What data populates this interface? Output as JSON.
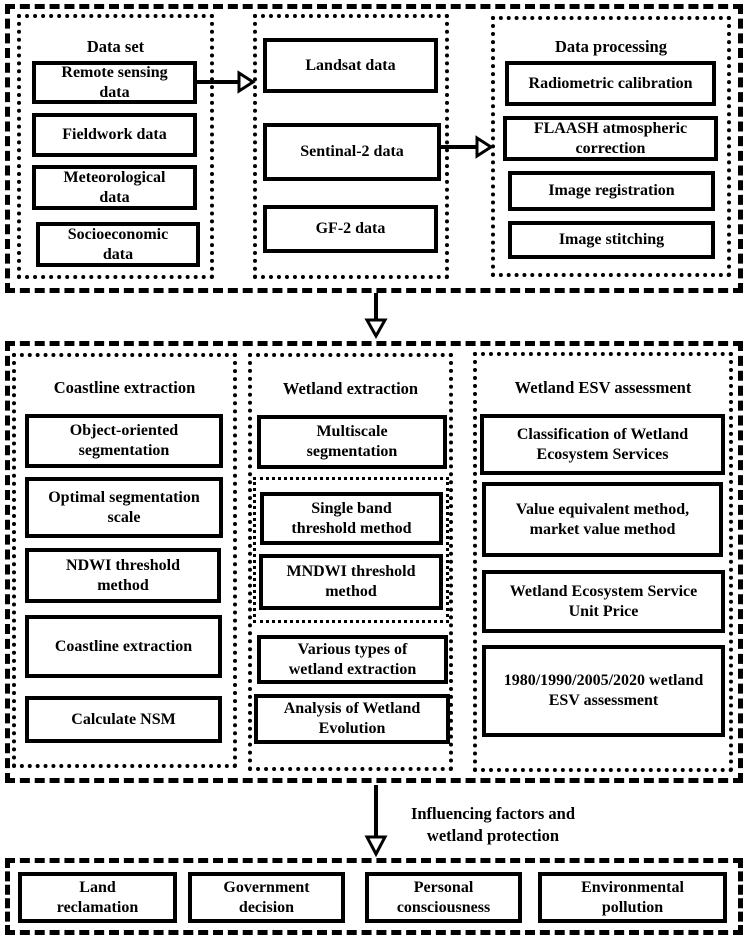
{
  "colors": {
    "line": "#000000",
    "background": "#ffffff"
  },
  "sections": {
    "top": {
      "dataset": {
        "title": "Data set",
        "items": [
          "Remote sensing\ndata",
          "Fieldwork data",
          "Meteorological\ndata",
          "Socioeconomic\ndata"
        ]
      },
      "satellite": {
        "items": [
          "Landsat data",
          "Sentinal-2 data",
          "GF-2 data"
        ]
      },
      "processing": {
        "title": "Data processing",
        "items": [
          "Radiometric calibration",
          "FLAASH atmospheric\ncorrection",
          "Image registration",
          "Image stitching"
        ]
      }
    },
    "middle": {
      "coastline": {
        "title": "Coastline extraction",
        "items": [
          "Object-oriented\nsegmentation",
          "Optimal segmentation\nscale",
          "NDWI threshold\nmethod",
          "Coastline extraction",
          "Calculate NSM"
        ]
      },
      "wetland": {
        "title": "Wetland extraction",
        "top_item": "Multiscale\nsegmentation",
        "threshold_group": [
          "Single band\nthreshold method",
          "MNDWI threshold\nmethod"
        ],
        "bottom_items": [
          "Various types of\nwetland extraction",
          "Analysis of Wetland\nEvolution"
        ]
      },
      "esv": {
        "title": "Wetland ESV assessment",
        "items": [
          "Classification of Wetland\nEcosystem Services",
          "Value equivalent method,\nmarket value method",
          "Wetland Ecosystem Service\nUnit Price",
          "1980/1990/2005/2020 wetland\nESV assessment"
        ]
      }
    },
    "bottom": {
      "arrow_label": "Influencing factors and\nwetland protection",
      "items": [
        "Land\nreclamation",
        "Government\ndecision",
        "Personal\nconsciousness",
        "Environmental\npollution"
      ]
    }
  }
}
